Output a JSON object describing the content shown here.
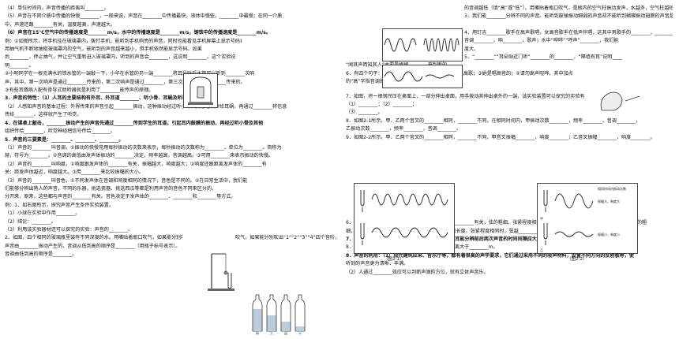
{
  "left": {
    "lines": [
      "（4）单位时间内，声音传播的距离叫________。",
      "（5）声音在不同介质中传播的快慢________，一般来说，声音在________中传播最快，液体中慢些，________中最慢；在同一介质",
      "中，声速还跟________有关，温度越高，声速越大。",
      "（6）声音在15℃空气中的传播速度是________m/s，水中的传播速度是________m/s，钢铁中的传播速度是________m/s。",
      "例：①如图所示，将手机挂在玻璃罩内，拨打手机，能听到手机响亮的声音，同时也能看见手机屏幕上显示号码再用抽",
      "用抽气机不断地抽取玻璃罩内的空气，能听到的声音越来越小，但手机依然能显示号码。如果",
      "后________，停止抽气，并让空气重新进入玻璃罩内，听到的声音会________，这说明________。这个实验说",
      "明________。",
      "②小明同学在一根充满水的铁水管的一端敲一下，小华在水管的另一端________将耳朵贴近水管可以听到________次响",
      "声，其中，第一次响声是通过________传来的，第二次响声是通过________，第三次响声是通过________传来的。",
      "③有些耳聋病人配有骨导式助听器就是利用了________能传声的原理。",
      "3．声音的特性：（1）人耳的主要结构有外耳、外耳道________、听小骨、耳蜗及听神经。",
      "（2）人感知声音的基本过程：外界传来的声音引起________振动，这种振动经过听小骨及其他组织传给耳蜗，再通过________将信息",
      "传给________，这样就产生了听觉。",
      "4．在课桌上敲击，________振动产生的声音先通过________传到学生的耳道，引起耳内鼓膜的振动，再经过听小骨及其他",
      "组织传给________，听觉神经把信号传给________。",
      "5．声音的三要素是：________、________、________。",
      "（1）声音的________叫音调，①振动的快慢常用每秒振动的次数来表示，每秒振动的次数称为________，单位为________。简称为",
      "赫，符号为________。②音调的高低由发声体振动的________决定，频率越高，音调越高。③可用________来表示振动的快慢。",
      "（2）声音的________叫响度，①响度跟发声体的________有关，振幅越大，响度越大；②响度还跟距离发声体的________有",
      "关：距发声体越近，响度越大。③用________来比较振幅的大小。",
      "（3）声音的________叫音色，①不同发声体在音调和响度相同的情况下，音色是不同的。②在日常生活中，我们能",
      "们能够分辨出熟人的声音，不同的乐器，挑选瓷器、挑选西瓜等都是利用声音的音色不同来区分的。",
      "分开来，原来，这些都与声音的________有关。音色决定于发声体的________、________和________等方式。",
      "例：1、如右图所示，探究声音产生条件实验装置。",
      "（1）小球在实验中作用________。",
      "（2）结论：________。",
      "（3）利用该实验器材还可以探究的实验：声音的________。",
      "2、如图，四个相同的玻璃瓶里装有不同深度的水。用嘴贴着瓶口吹气，如果能分别吹出“1”“2”“3”“4”四个音阶，",
      "吹气，如果能分别吹出“1”“2”“3”“4”四个音阶，",
      "声音由________振动产生的，音调从低到高的顺序是________（用瓶子标号表示）。",
      "音调由低到高的顺序是________。"
    ]
  },
  "right": {
    "lines": [
      "的音调越低（填“高”或“低”）。用嘴贴着瓶口吹气，是瓶内的空气柱振动发声，水越多，空气柱越短，声音的音调越",
      "3．我们能________分辨不同的声音。能听到废弹振动细弱的声音却不能听到蝴蝶振动翅膀的声音是因为________。",
      "4．用钉吉________歌手在高声歌唱，女高音歌手在低声伴唱，这其中男歌手的________，________。",
      "音调________，响________，歌声；水中“哗哗”“呼声”________，我们能",
      "度大。",
      "5．“________”“耳朵贴近门听”________的________，“隔墙有耳”说明________。",
      "“闻其声而知其人”主要是根据________来判断的。",
      "6．有四个句子：①这首歌调太高，我唱不上去；②引吭高歌；③她是唱高音的；④请勿高声喧哗，其中加点",
      "的“高”字指音调的有________，指响度的有________。",
      "7．如图，将一根钢尺压在桌面上，一部分伸出桌面，用手拨动其伸出桌外的一端，该实验装置可以探究的实验有",
      "（1）________；（2）________；",
      "（3）________。",
      "8．如图2-1所示，甲、乙两个音叉的________相同，________不同，在相同时间内，甲振动次数________，频率________，音调________，",
      "乙振动次数________，频率________，音调________。",
      "9．如图2-2所示，甲、乙两个音叉的________相同，________不同，甲音叉振幅________，响度________；乙音叉振幅________，响度________。",
      "（图2-1）",
      "（图2-2）",
      "6．拨乐器的音调高低与弦的________，________和________有关，弦的粗细、张紧程度相同时，弦越________，音调越________；②当弦的粗",
      "细、长短相同时，弦拉得越紧，音调越高；③当弦的长度、张紧程度相同时，弦越________，音调越高。",
      "7．回声是指声音碰到障碍物后反射回来的现象，人耳能分辨前后两次声音的时间间隔应大于________s。",
      "8．所以要想听到回声，我们就必须要离障碍物的距离大于________m。",
      "8．声音的利用：（1）现代建筑应采、音乐厅等，都有着很高的声学要求，它们通过采用不同的吸声材料，设置不同方向的反射板等，使",
      "听到的声音更为清晰、丰满。",
      "（2）人通过________效应可以判断声源的方位，就有立体声音乐。"
    ]
  },
  "figures": {
    "fig21_caption": "（图2-1）",
    "fig22_caption": "（图2-2）",
    "fig22_labels": [
      "相同时间内振动次数",
      "甲",
      "乙",
      "振幅大，响度大",
      "振幅小，响度小"
    ],
    "bottle_labels": [
      "甲",
      "乙",
      "丙",
      "丁"
    ]
  }
}
